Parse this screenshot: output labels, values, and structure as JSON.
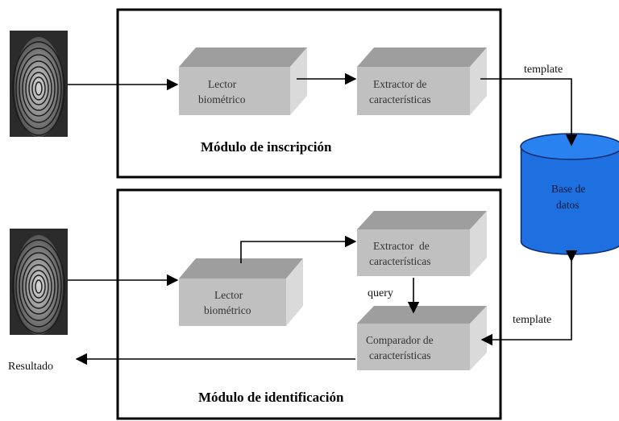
{
  "modules": {
    "enrollment": {
      "title": "Módulo de inscripción",
      "reader": [
        "Lector",
        "biométrico"
      ],
      "extractor": [
        "Extractor de",
        "características"
      ]
    },
    "identification": {
      "title": "Módulo de identificación",
      "reader": [
        "Lector",
        "biométrico"
      ],
      "extractor": [
        "Extractor  de",
        "características"
      ],
      "comparator": [
        "Comparador de",
        "características"
      ]
    }
  },
  "database": [
    "Base de",
    "datos"
  ],
  "edges": {
    "template_top": "template",
    "template_bottom": "template",
    "query": "query",
    "result": "Resultado"
  },
  "colors": {
    "box_front": "#c0c0c0",
    "box_top": "#9e9e9e",
    "box_side": "#dadada",
    "db_fill": "#1e6fe0",
    "db_stroke": "#0a2a6b",
    "frame": "#000000"
  },
  "icons": [
    "fingerprint-icon",
    "fingerprint-icon"
  ]
}
